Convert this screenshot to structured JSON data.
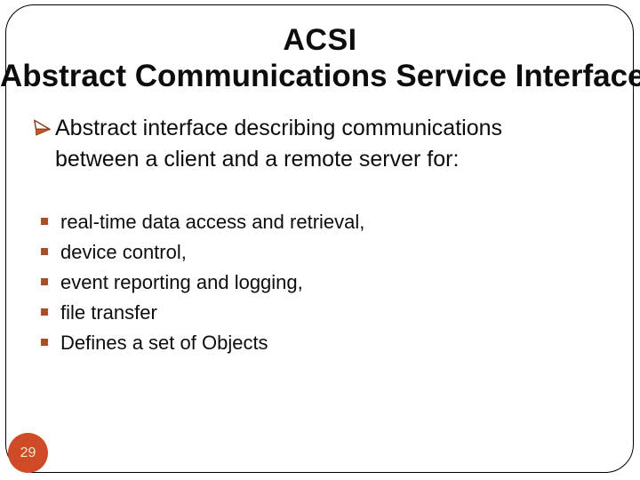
{
  "slide": {
    "title": "ACSI",
    "subtitle": "Abstract Communications Service Interface",
    "lead_bullet": {
      "icon": "arrow-bullet-icon",
      "text": "Abstract interface describing communications between a client and a remote server for:"
    },
    "sub_bullets": [
      {
        "icon": "square-bullet-icon",
        "text": "real-time data access and retrieval,"
      },
      {
        "icon": "square-bullet-icon",
        "text": "device control,"
      },
      {
        "icon": "square-bullet-icon",
        "text": "event reporting and logging,"
      },
      {
        "icon": "square-bullet-icon",
        "text": "file transfer"
      },
      {
        "icon": "square-bullet-icon",
        "text": "Defines a set of Objects"
      }
    ],
    "page_number": "29"
  },
  "theme": {
    "background": "#ffffff",
    "border": "#000000",
    "text": "#0d0d0d",
    "accent": "#cf4a26",
    "bullet_square": "#a84e28",
    "arrow_fill": "#c05a2e",
    "arrow_stroke": "#8b3a1a",
    "badge_text": "#f2e8cd"
  }
}
